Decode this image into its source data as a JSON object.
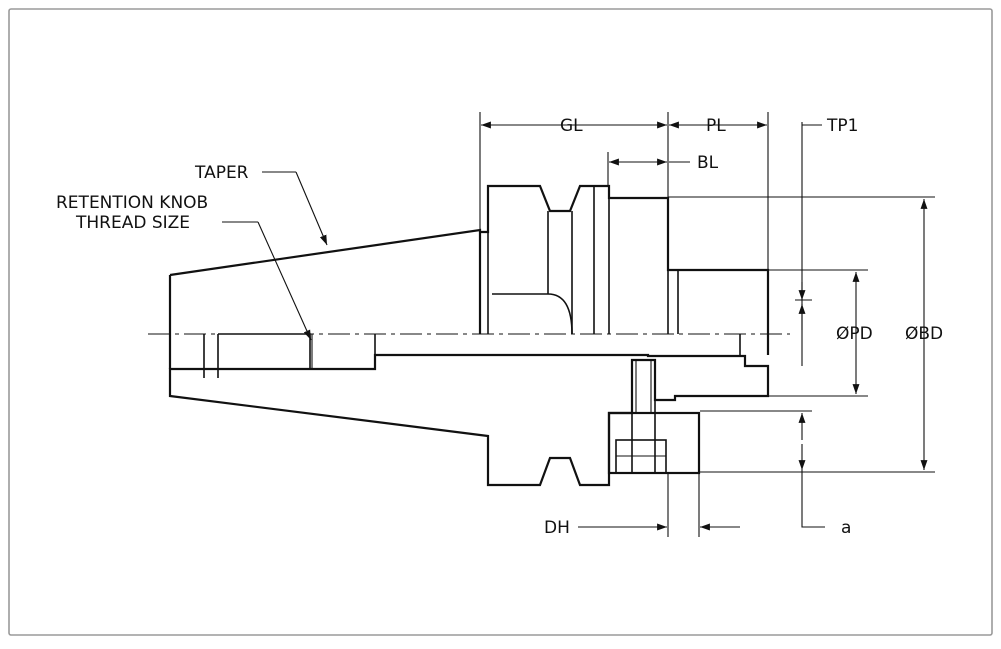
{
  "labels": {
    "gl": "GL",
    "pl": "PL",
    "tp1": "TP1",
    "bl": "BL",
    "taper": "TAPER",
    "retention_line1": "RETENTION KNOB",
    "retention_line2": "THREAD SIZE",
    "pd": "ØPD",
    "bd": "ØBD",
    "dh": "DH",
    "a": "a"
  }
}
